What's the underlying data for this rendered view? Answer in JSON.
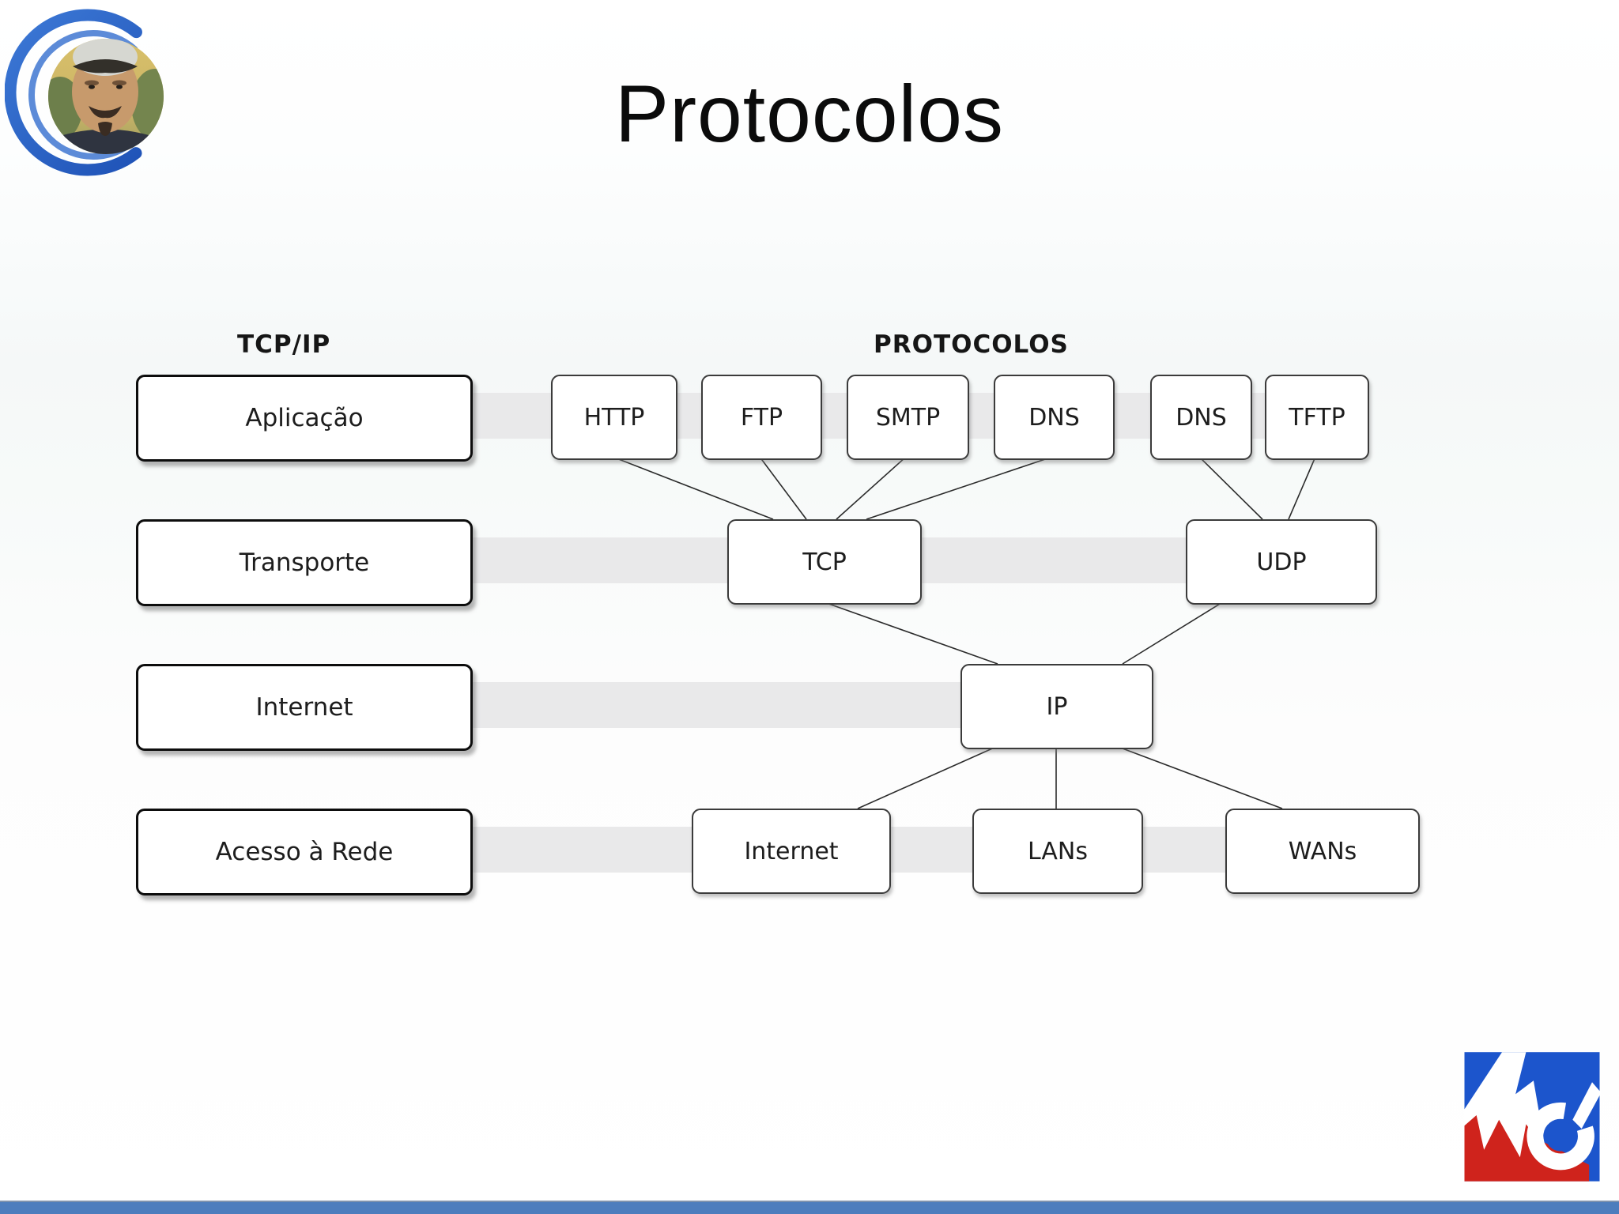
{
  "title": "Protocolos",
  "headers": {
    "left": "TCP/IP",
    "right": "PROTOCOLOS"
  },
  "boxes": {
    "aplicacao": "Aplicação",
    "transporte": "Transporte",
    "internet_layer": "Internet",
    "acesso_rede": "Acesso à Rede",
    "http": "HTTP",
    "ftp": "FTP",
    "smtp": "SMTP",
    "dns_tcp": "DNS",
    "dns_udp": "DNS",
    "tftp": "TFTP",
    "tcp": "TCP",
    "udp": "UDP",
    "ip": "IP",
    "internet_net": "Internet",
    "lans": "LANs",
    "wans": "WANs"
  },
  "connections": [
    [
      "HTTP",
      "TCP"
    ],
    [
      "FTP",
      "TCP"
    ],
    [
      "SMTP",
      "TCP"
    ],
    [
      "DNS",
      "TCP"
    ],
    [
      "DNS",
      "UDP"
    ],
    [
      "TFTP",
      "UDP"
    ],
    [
      "TCP",
      "IP"
    ],
    [
      "UDP",
      "IP"
    ],
    [
      "IP",
      "Internet"
    ],
    [
      "IP",
      "LANs"
    ],
    [
      "IP",
      "WANs"
    ]
  ],
  "colors": {
    "row_band": "#e9e9ea",
    "footer_bar": "#4d7dbd",
    "logo_blue": "#1c55cc",
    "logo_red": "#cf231c"
  }
}
